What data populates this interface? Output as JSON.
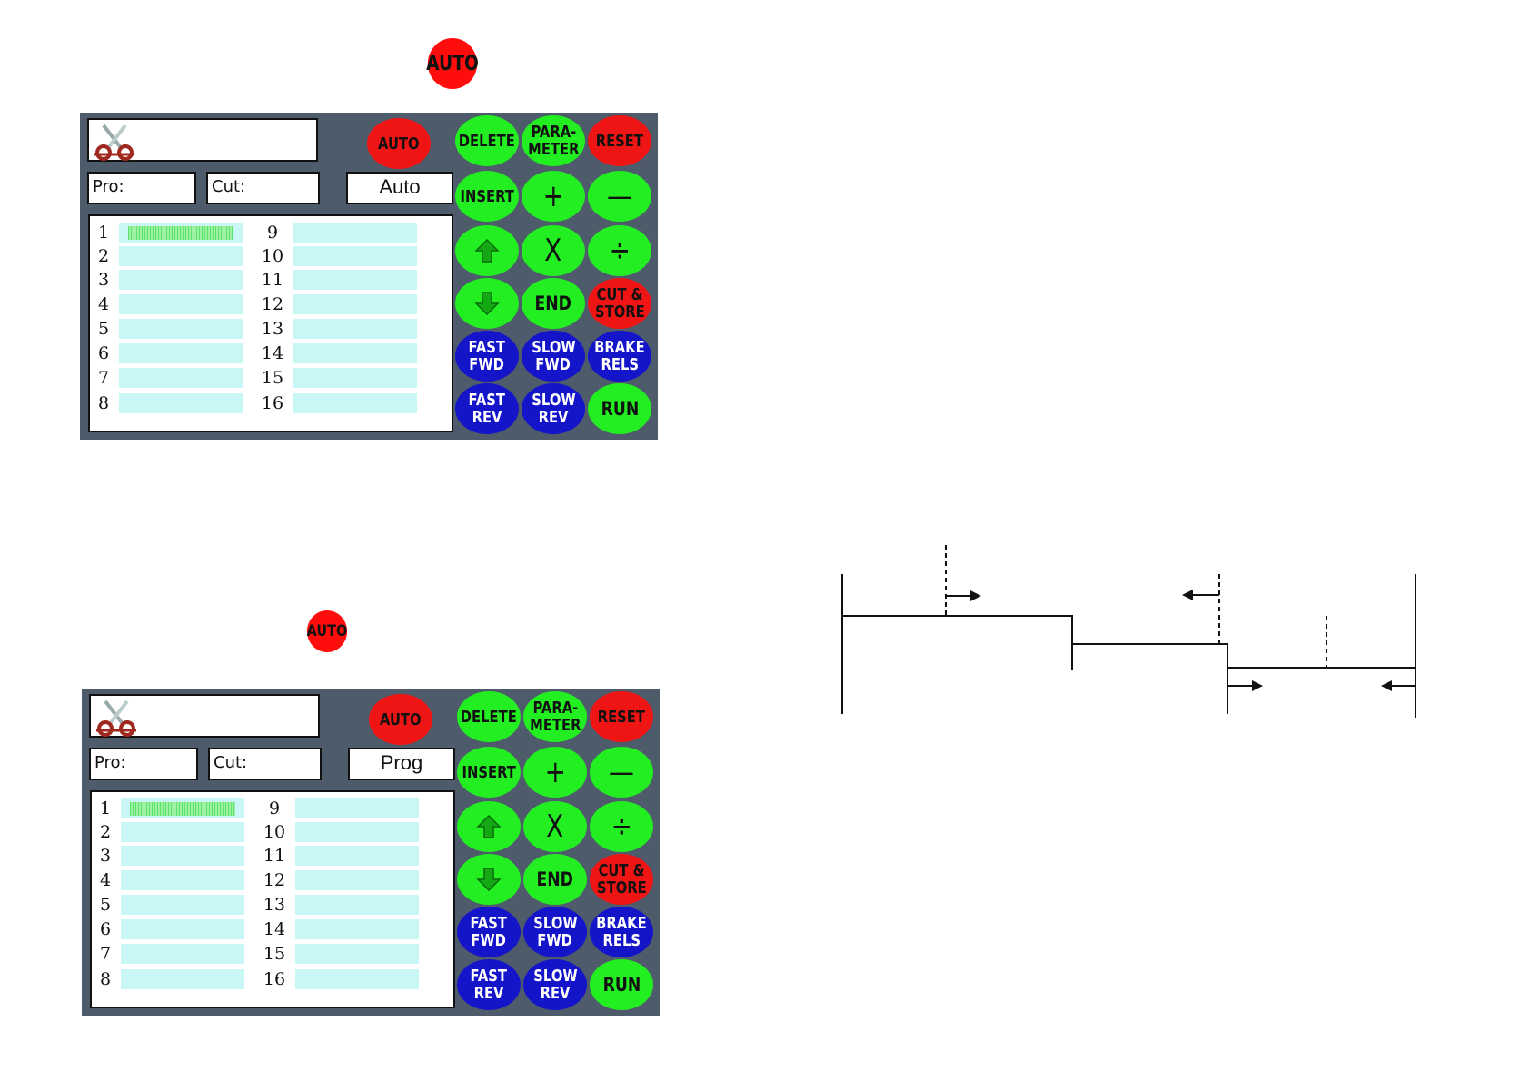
{
  "top_auto_label": "AUTO",
  "panel_labels": {
    "pro_label": "Pro:",
    "cut_label": "Cut:"
  },
  "panels": [
    {
      "mode_value": "Auto"
    },
    {
      "mode_value": "Prog"
    }
  ],
  "list": {
    "left_numbers": [
      "1",
      "2",
      "3",
      "4",
      "5",
      "6",
      "7",
      "8"
    ],
    "right_numbers": [
      "9",
      "10",
      "11",
      "12",
      "13",
      "14",
      "15",
      "16"
    ],
    "selected_row": 1
  },
  "buttons": {
    "auto": "AUTO",
    "delete": "DELETE",
    "parameter_line1": "PARA-",
    "parameter_line2": "METER",
    "reset": "RESET",
    "insert": "INSERT",
    "plus": "+",
    "minus": "—",
    "multiply": "X",
    "divide": "÷",
    "end": "END",
    "cut_store_line1": "CUT &",
    "cut_store_line2": "STORE",
    "fast_fwd_line1": "FAST",
    "fast_fwd_line2": "FWD",
    "slow_fwd_line1": "SLOW",
    "slow_fwd_line2": "FWD",
    "brake_rels_line1": "BRAKE",
    "brake_rels_line2": "RELS",
    "fast_rev_line1": "FAST",
    "fast_rev_line2": "REV",
    "slow_rev_line1": "SLOW",
    "slow_rev_line2": "REV",
    "run": "RUN"
  },
  "icons": {
    "name_icon": "scissors-icon",
    "up_icon": "arrow-up-icon",
    "down_icon": "arrow-down-icon"
  },
  "colors": {
    "panel_bg": "#4d5b6b",
    "green": "#22ee22",
    "red": "#f01515",
    "blue": "#1414c8",
    "cell": "#c8f7f5"
  }
}
